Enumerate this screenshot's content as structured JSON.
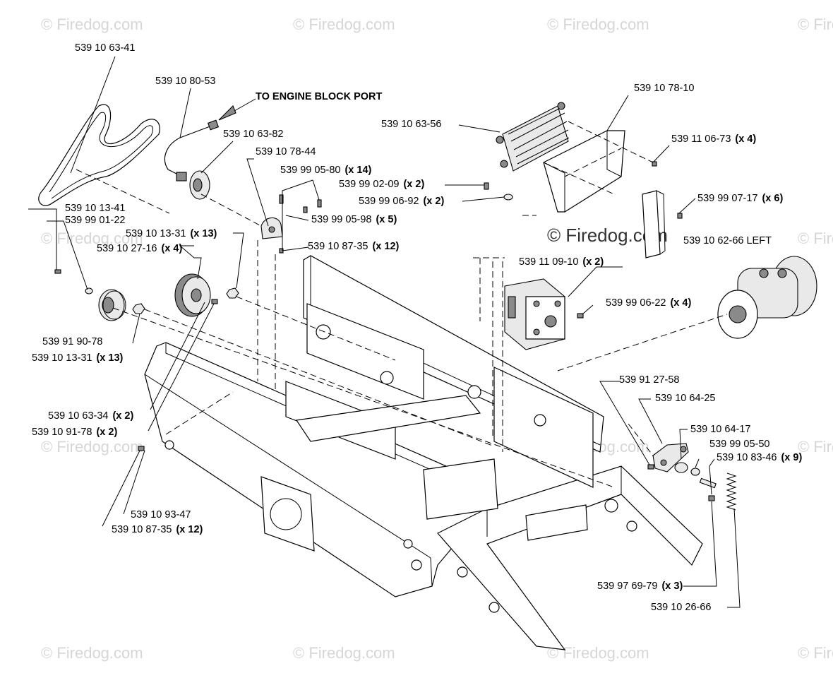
{
  "watermark": "© Firedog.com",
  "feature_watermark": "© Firedog.com",
  "callout": "TO ENGINE BLOCK PORT",
  "labels": {
    "belt": {
      "part": "539 10 63-41",
      "qty": ""
    },
    "hose": {
      "part": "539 10 80-53",
      "qty": ""
    },
    "fitting": {
      "part": "539 10 63-82",
      "qty": ""
    },
    "clamp": {
      "part": "539 10 78-44",
      "qty": ""
    },
    "bolt_a": {
      "part": "539 99 05-80",
      "qty": "(x 14)"
    },
    "screw_a": {
      "part": "539 99 02-09",
      "qty": "(x 2)"
    },
    "washer_a": {
      "part": "539 99 06-92",
      "qty": "(x 2)"
    },
    "washer_b": {
      "part": "539 99 05-98",
      "qty": "(x 5)"
    },
    "nut_a": {
      "part": "539 10 87-35",
      "qty": "(x 12)"
    },
    "bolt_b": {
      "part": "539 10 13-41",
      "qty": ""
    },
    "washer_c": {
      "part": "539 99 01-22",
      "qty": ""
    },
    "nut_b": {
      "part": "539 10 13-31",
      "qty": "(x 13)"
    },
    "pulley": {
      "part": "539 10 27-16",
      "qty": "(x 4)"
    },
    "idler": {
      "part": "539 91 90-78",
      "qty": ""
    },
    "nut_c": {
      "part": "539 10 13-31",
      "qty": "(x 13)"
    },
    "stud_a": {
      "part": "539 10 63-34",
      "qty": "(x 2)"
    },
    "stud_b": {
      "part": "539 10 91-78",
      "qty": "(x 2)"
    },
    "pin": {
      "part": "539 10 93-47",
      "qty": ""
    },
    "nut_d": {
      "part": "539 10 87-35",
      "qty": "(x 12)"
    },
    "oil_cooler": {
      "part": "539 10 63-56",
      "qty": ""
    },
    "bracket": {
      "part": "539 10 78-10",
      "qty": ""
    },
    "nut_e": {
      "part": "539 11 06-73",
      "qty": "(x 4)"
    },
    "bolt_c": {
      "part": "539 99 07-17",
      "qty": "(x 6)"
    },
    "wheel_motor": {
      "part": "539 10 62-66 LEFT",
      "qty": ""
    },
    "pump": {
      "part": "539 11 09-10",
      "qty": "(x 2)"
    },
    "bolt_d": {
      "part": "539 99 06-22",
      "qty": "(x 4)"
    },
    "lever": {
      "part": "539 91 27-58",
      "qty": ""
    },
    "arm": {
      "part": "539 10 64-25",
      "qty": ""
    },
    "bushing": {
      "part": "539 10 64-17",
      "qty": ""
    },
    "washer_d": {
      "part": "539 99 05-50",
      "qty": ""
    },
    "bolt_e": {
      "part": "539 10 83-46",
      "qty": "(x 9)"
    },
    "nut_f": {
      "part": "539 97 69-79",
      "qty": "(x 3)"
    },
    "spring": {
      "part": "539 10 26-66",
      "qty": ""
    }
  }
}
